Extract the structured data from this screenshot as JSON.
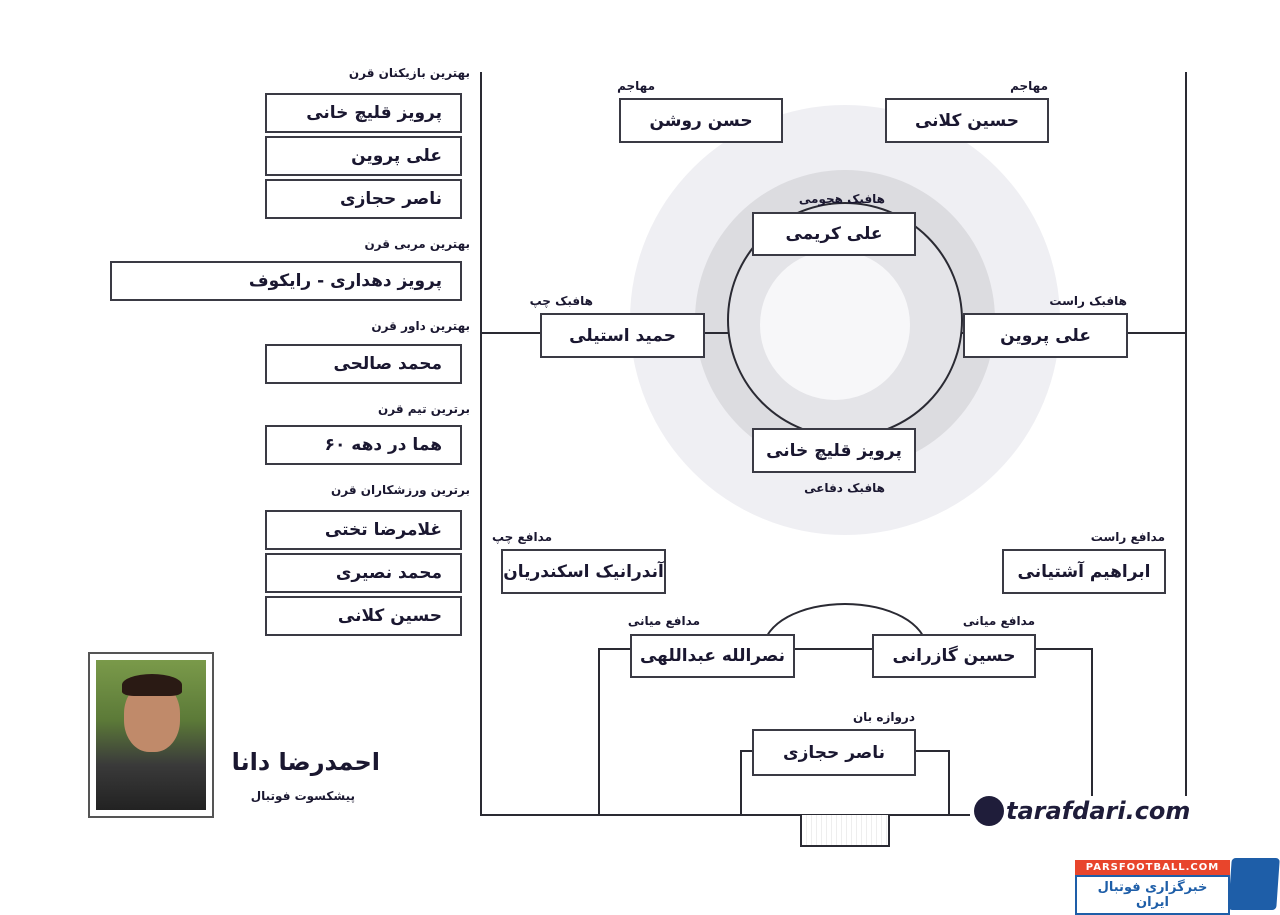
{
  "left_panel": {
    "best_players": {
      "title": "بهترین بازیکنان قرن",
      "items": [
        "پرویز قلیچ خانی",
        "علی پروین",
        "ناصر حجازی"
      ]
    },
    "best_coach": {
      "title": "بهترین مربی قرن",
      "value": "پرویز دهداری - رایکوف"
    },
    "best_referee": {
      "title": "بهترین داور قرن",
      "value": "محمد صالحی"
    },
    "best_team": {
      "title": "برترین تیم قرن",
      "value": "هما در دهه ۶۰"
    },
    "best_athletes": {
      "title": "برترین ورزشکاران قرن",
      "items": [
        "غلامرضا تختی",
        "محمد نصیری",
        "حسین کلانی"
      ]
    }
  },
  "author": {
    "name": "احمدرضا دانا",
    "role": "پیشکسوت فوتبال"
  },
  "lineup": {
    "fw_right": {
      "pos": "مهاجم",
      "name": "حسین کلانی"
    },
    "fw_left": {
      "pos": "مهاجم",
      "name": "حسن روشن"
    },
    "am": {
      "pos": "هافبک هجومی",
      "name": "علی کریمی"
    },
    "lm": {
      "pos": "هافبک چپ",
      "name": "حمید استیلی"
    },
    "rm": {
      "pos": "هافبک راست",
      "name": "علی پروین"
    },
    "dm": {
      "pos": "هافبک دفاعی",
      "name": "پرویز قلیچ خانی"
    },
    "lb": {
      "pos": "مدافع چپ",
      "name": "آندرانیک اسکندریان"
    },
    "rb": {
      "pos": "مدافع راست",
      "name": "ابراهیم آشتیانی"
    },
    "cb_left": {
      "pos": "مدافع میانی",
      "name": "نصرالله عبداللهی"
    },
    "cb_right": {
      "pos": "مدافع میانی",
      "name": "حسین گازرانی"
    },
    "gk": {
      "pos": "دروازه بان",
      "name": "ناصر حجازی"
    }
  },
  "logo": "tarafdari.com",
  "badge": {
    "top": "PARSFOOTBALL.COM",
    "bottom": "خبرگزاری فوتبال ایران"
  }
}
